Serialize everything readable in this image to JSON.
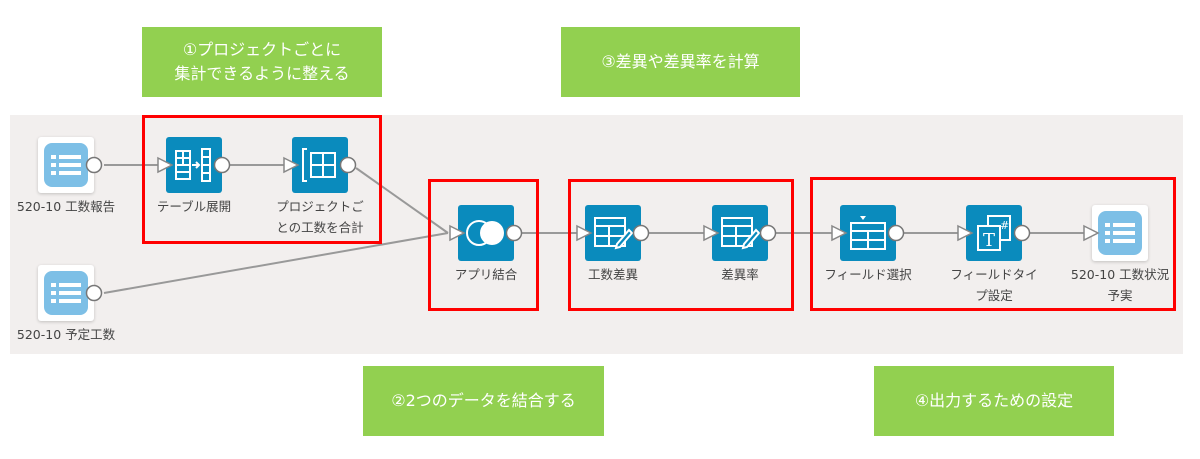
{
  "annotations": [
    {
      "id": "1",
      "text": "①プロジェクトごとに\n集計できるように整える"
    },
    {
      "id": "3",
      "text": "③差異や差異率を計算"
    },
    {
      "id": "2",
      "text": "②2つのデータを結合する"
    },
    {
      "id": "4",
      "text": "④出力するための設定"
    }
  ],
  "nodes": {
    "source1": {
      "label": "520-10 工数報告",
      "icon": "app-list-icon"
    },
    "source2": {
      "label": "520-10 予定工数",
      "icon": "app-list-icon"
    },
    "expand": {
      "label": "テーブル展開",
      "icon": "table-expand-icon"
    },
    "sum": {
      "label": "プロジェクトご\nとの工数を合計",
      "icon": "group-table-icon"
    },
    "join": {
      "label": "アプリ結合",
      "icon": "join-circles-icon"
    },
    "diff": {
      "label": "工数差異",
      "icon": "table-edit-icon"
    },
    "rate": {
      "label": "差異率",
      "icon": "table-edit-icon"
    },
    "select": {
      "label": "フィールド選択",
      "icon": "field-select-icon"
    },
    "type": {
      "label": "フィールドタイ\nプ設定",
      "icon": "field-type-icon"
    },
    "output": {
      "label": "520-10 工数状況\n予実",
      "icon": "app-list-icon"
    }
  },
  "colors": {
    "accent": "#0a8bbd",
    "annotation": "#92d050",
    "highlight": "#ff0000",
    "canvas": "#f2efee"
  }
}
